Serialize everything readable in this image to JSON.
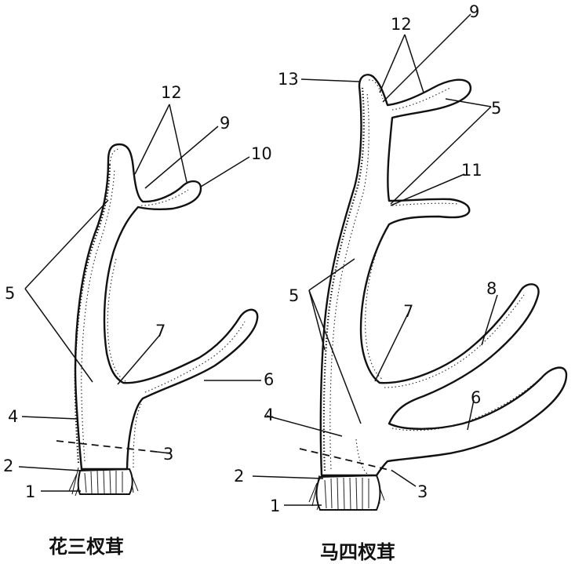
{
  "diagram": {
    "left_specimen": {
      "caption": "花三杈茸",
      "labels": {
        "n1": "1",
        "n2": "2",
        "n3": "3",
        "n4": "4",
        "n5": "5",
        "n6": "6",
        "n7": "7",
        "n9": "9",
        "n10": "10",
        "n12": "12"
      }
    },
    "right_specimen": {
      "caption": "马四杈茸",
      "labels": {
        "n1": "1",
        "n2": "2",
        "n3": "3",
        "n4": "4",
        "n5": "5",
        "n5b": "5",
        "n6": "6",
        "n7": "7",
        "n8": "8",
        "n9": "9",
        "n11": "11",
        "n12": "12",
        "n13": "13"
      }
    }
  },
  "style": {
    "ink": "#111111",
    "paper": "#ffffff"
  }
}
